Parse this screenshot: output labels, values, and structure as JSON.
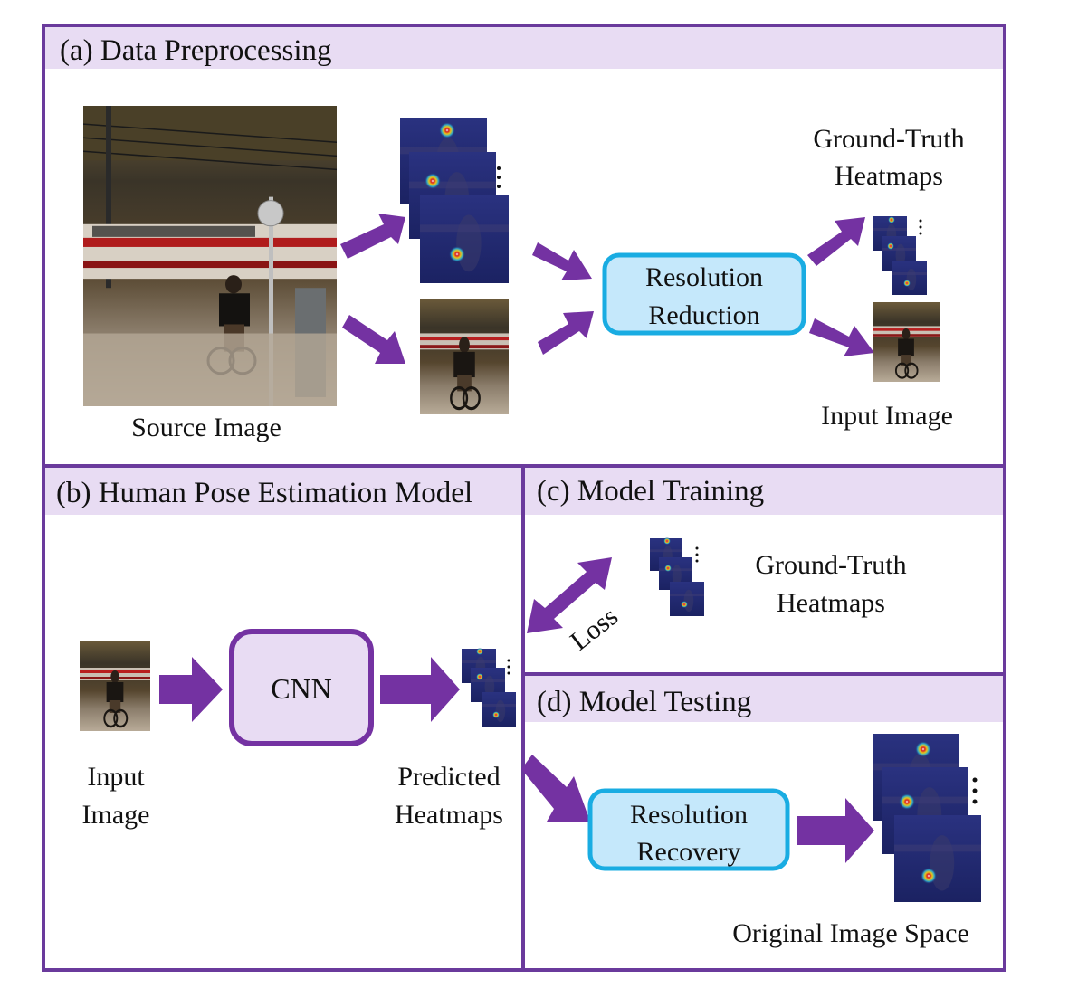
{
  "panels": {
    "a": {
      "title": "(a) Data Preprocessing"
    },
    "b": {
      "title": "(b) Human Pose Estimation Model"
    },
    "c": {
      "title": "(c) Model Training"
    },
    "d": {
      "title": "(d) Model Testing"
    }
  },
  "labels": {
    "source_image": "Source Image",
    "gt_heatmaps_line1": "Ground-Truth",
    "gt_heatmaps_line2": "Heatmaps",
    "input_image": "Input Image",
    "resolution_reduction_line1": "Resolution",
    "resolution_reduction_line2": "Reduction",
    "cnn": "CNN",
    "input_line1": "Input",
    "input_line2": "Image",
    "predicted_line1": "Predicted",
    "predicted_line2": "Heatmaps",
    "loss": "Loss",
    "training_gt_line1": "Ground-Truth",
    "training_gt_line2": "Heatmaps",
    "resolution_recovery_line1": "Resolution",
    "resolution_recovery_line2": "Recovery",
    "original_space": "Original Image Space"
  },
  "colors": {
    "frame": "#6a3a9c",
    "header_fill": "#e8dcf3",
    "arrow": "#7432a2",
    "cnn_fill": "#e8dcf3",
    "resolution_box_fill": "#c5e8fb",
    "resolution_box_stroke": "#19ace2",
    "heatmap_bg": "#1e2670",
    "hotspot_core": "#c41a1a"
  }
}
